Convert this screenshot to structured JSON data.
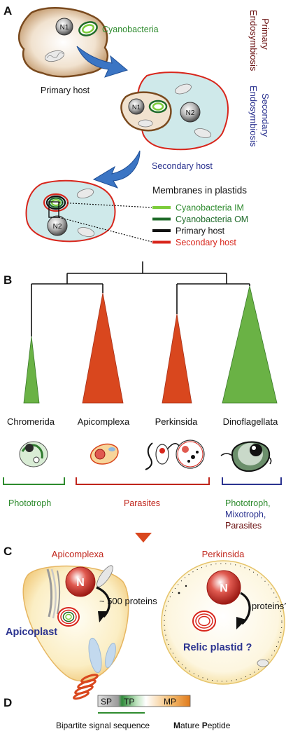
{
  "panelA": {
    "letter": "A",
    "n1": "N1",
    "n2": "N2",
    "cyanobacteria": "Cyanobacteria",
    "primary_host": "Primary host",
    "primary_title": "Primary",
    "primary_sub": "Endosymbiosis",
    "secondary_title": "Secondary",
    "secondary_sub": "Endosymbiosis",
    "secondary_host": "Secondary host",
    "legend_title": "Membranes in plastids",
    "legend": [
      {
        "label": "Cyanobacteria IM",
        "color": "#7ccc3a",
        "text_color": "#2e8b2e"
      },
      {
        "label": "Cyanobacteria OM",
        "color": "#1f6b2a",
        "text_color": "#1f6b2a"
      },
      {
        "label": "Primary host",
        "color": "#111111",
        "text_color": "#111111"
      },
      {
        "label": "Secondary host",
        "color": "#d8261c",
        "text_color": "#d8261c"
      }
    ]
  },
  "panelB": {
    "letter": "B",
    "taxa": [
      "Chromerida",
      "Apicomplexa",
      "Perkinsida",
      "Dinoflagellata"
    ],
    "group_phototroph": "Phototroph",
    "group_parasites": "Parasites",
    "dino_lines": [
      "Phototroph,",
      "Mixotroph,",
      "Parasites"
    ]
  },
  "panelC": {
    "letter": "C",
    "left_title": "Apicomplexa",
    "right_title": "Perkinsida",
    "n_left": "N",
    "n_right": "N",
    "left_count": "~ 500 proteins",
    "right_count": "proteins?",
    "apicoplast": "Apicoplast",
    "relic": "Relic plastid ?"
  },
  "panelD": {
    "letter": "D",
    "sp": "SP",
    "tp": "TP",
    "mp": "MP",
    "bipartite": "Bipartite signal sequence",
    "mature_M": "M",
    "mature_a": "ature ",
    "mature_P": "P",
    "mature_b": "eptide"
  },
  "colors": {
    "host_brown": "#7a4a1e",
    "cyan_fill": "#cfe9ea",
    "red_membrane": "#d8261c",
    "green": "#2e8b2e",
    "navy": "#2b3390",
    "maroon": "#6b1212"
  }
}
